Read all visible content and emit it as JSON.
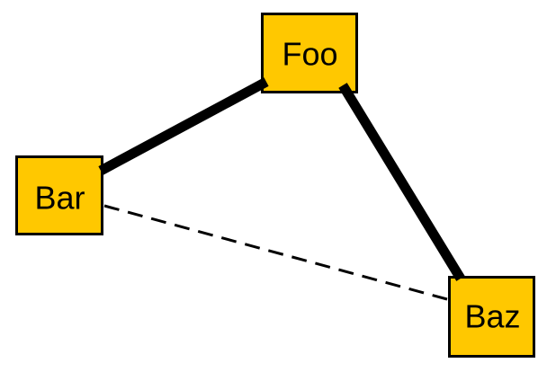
{
  "diagram": {
    "nodes": [
      {
        "id": "foo",
        "label": "Foo"
      },
      {
        "id": "bar",
        "label": "Bar"
      },
      {
        "id": "baz",
        "label": "Baz"
      }
    ],
    "edges": [
      {
        "from": "bar",
        "to": "foo",
        "style": "thick-solid"
      },
      {
        "from": "foo",
        "to": "baz",
        "style": "thick-solid"
      },
      {
        "from": "bar",
        "to": "baz",
        "style": "thin-dashed"
      }
    ],
    "colors": {
      "node_fill": "#FFC800",
      "node_border": "#000000",
      "edge": "#000000",
      "text": "#000000",
      "background": "#FFFFFF"
    }
  }
}
